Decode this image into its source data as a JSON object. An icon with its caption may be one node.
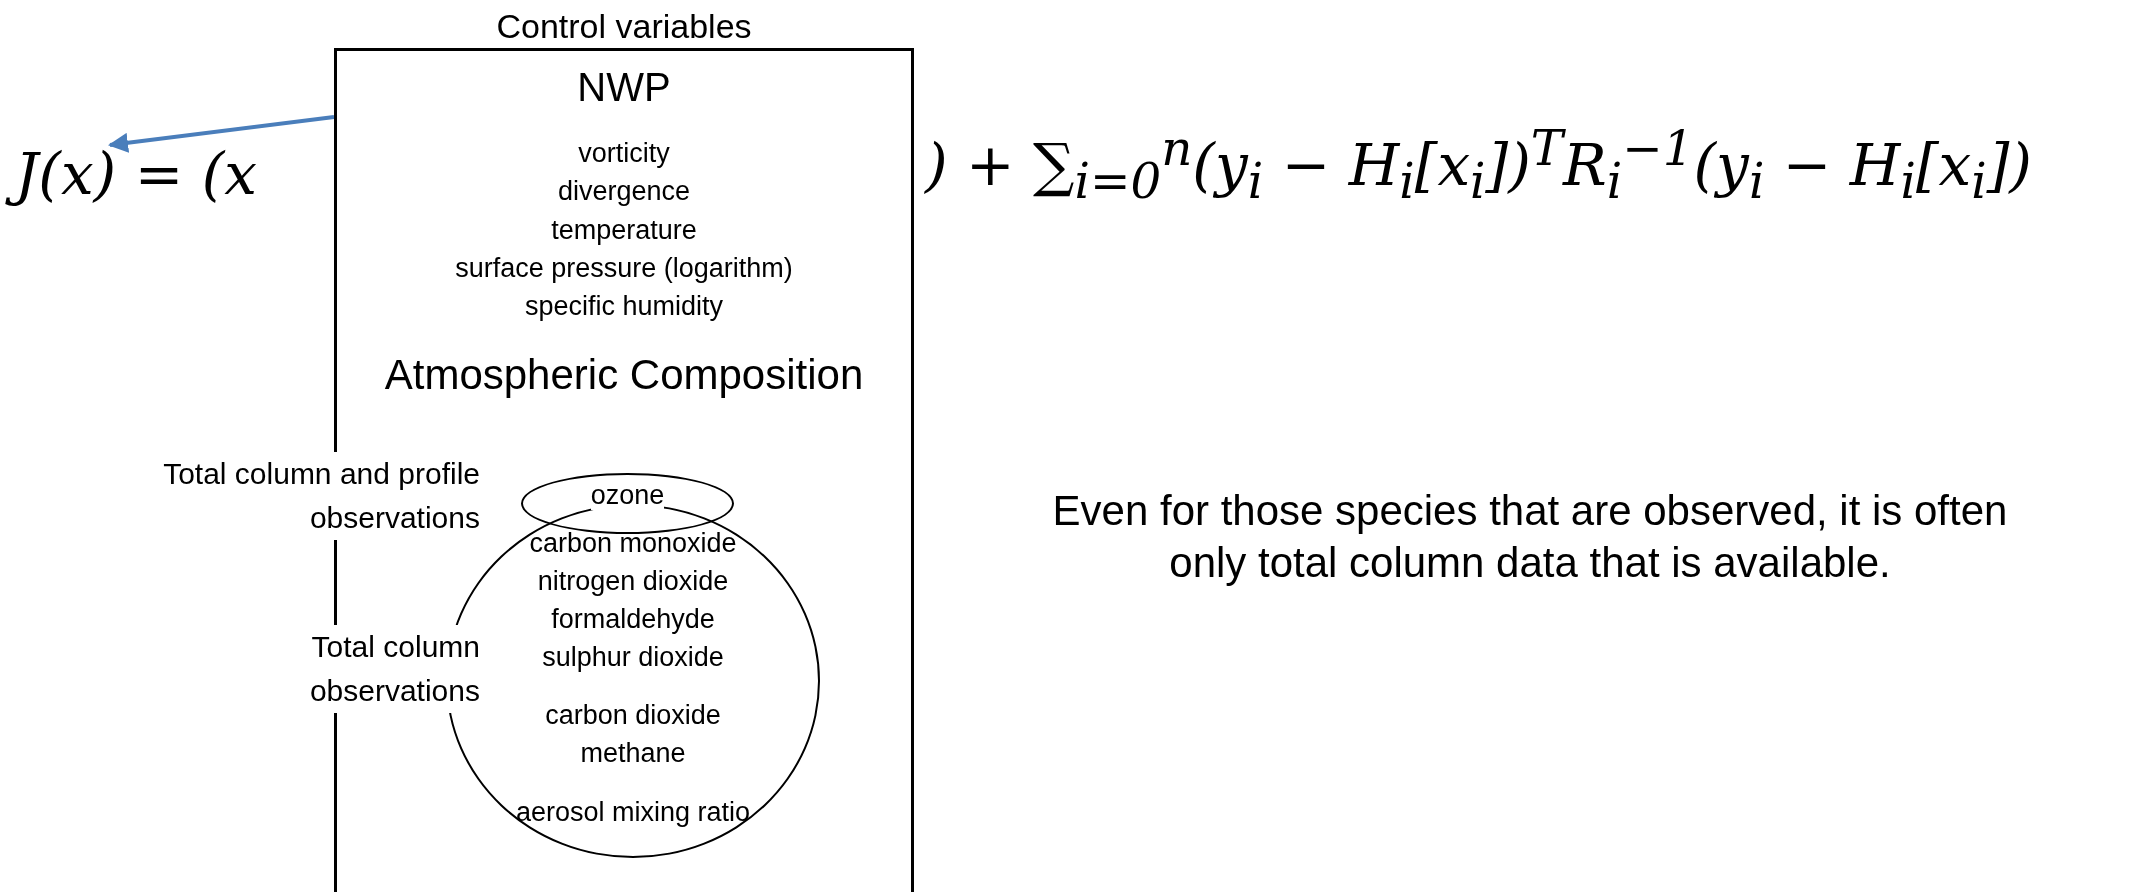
{
  "diagram": {
    "nodes": [
      {
        "text": [
          "Control variables",
          "NWP",
          "vorticity",
          "divergence",
          "temperature",
          "surface pressure (logarithm)",
          "specific humidity",
          "Atmospheric Composition"
        ]
      },
      {
        "text": [
          "ozone"
        ],
        "in": 0
      },
      {
        "text": [
          "carbon monoxide",
          "nitrogen dioxide",
          "formaldehyde",
          "sulphur dioxide",
          "carbon dioxide",
          "methane",
          "aerosol mixing ratio"
        ],
        "in": 0
      },
      {
        "text": [
          "J(x) = (x"
        ]
      }
    ],
    "edges": [
      {
        "from": 0,
        "to": 3,
        "arrow": "to",
        "color": "#4a7ebb"
      }
    ],
    "labels": [
      ") + ∑$_{i=0}$$^{n}$(y$_{i}$ − H$_{i}$[x$_{i}$])$^{T}$R$_{i}$$^{−1}$(y$_{i}$ − H$_{i}$[x$_{i}$])",
      "Total column and profile observations",
      "Even for those species that are observed, it is often only total column data that is available.",
      "Total column observations"
    ]
  }
}
